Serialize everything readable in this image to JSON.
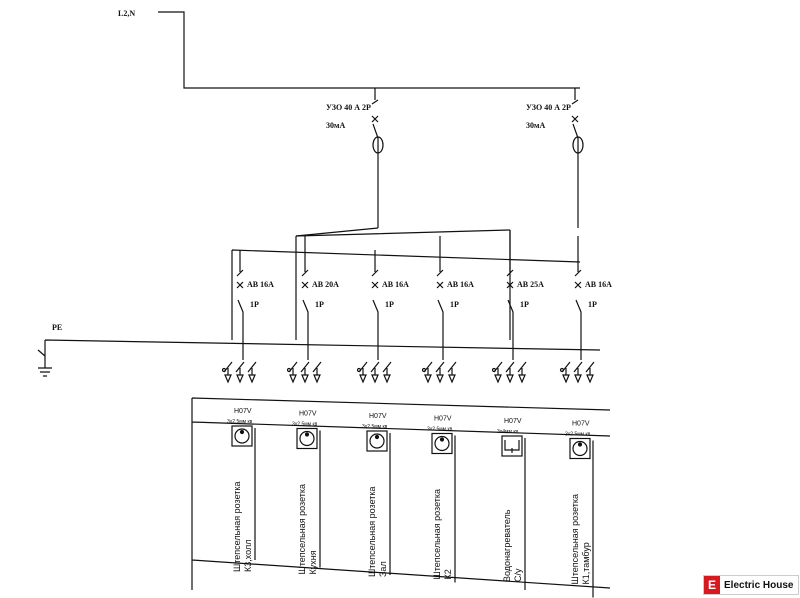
{
  "supply_label": "L2,N",
  "rcds": [
    {
      "name": "УЗО 40 А 2Р",
      "sensitivity": "30мА"
    },
    {
      "name": "УЗО 40 А 2Р",
      "sensitivity": "30мА"
    }
  ],
  "pe_label": "PE",
  "breakers": [
    {
      "rating": "АВ 16А",
      "poles": "1Р"
    },
    {
      "rating": "АВ 20А",
      "poles": "1Р"
    },
    {
      "rating": "АВ 16А",
      "poles": "1Р"
    },
    {
      "rating": "АВ 16А",
      "poles": "1Р"
    },
    {
      "rating": "АВ 25А",
      "poles": "1Р"
    },
    {
      "rating": "АВ 16А",
      "poles": "1Р"
    }
  ],
  "loads": [
    {
      "cable": "H07V",
      "section": "3х2.5мм кв",
      "type": "socket",
      "line1": "Штепсельная розетка",
      "line2": "К3,холл"
    },
    {
      "cable": "H07V",
      "section": "3х2.5мм кв",
      "type": "socket",
      "line1": "Штепсельная розетка",
      "line2": "Кухня"
    },
    {
      "cable": "H07V",
      "section": "3х2.5мм кв",
      "type": "socket",
      "line1": "Штепсельная розетка",
      "line2": "Зал"
    },
    {
      "cable": "H07V",
      "section": "3х2.5мм кв",
      "type": "socket",
      "line1": "Штепсельная розетка",
      "line2": "К2"
    },
    {
      "cable": "H07V",
      "section": "3х4мм кв",
      "type": "heater",
      "line1": "Водонагреватель",
      "line2": "С/у"
    },
    {
      "cable": "H07V",
      "section": "3х2.5мм кв",
      "type": "socket",
      "line1": "Штепсельная розетка",
      "line2": "К1,тамбур"
    }
  ],
  "watermark": {
    "letter": "E",
    "text": "Electric House",
    "color": "#d71920"
  }
}
